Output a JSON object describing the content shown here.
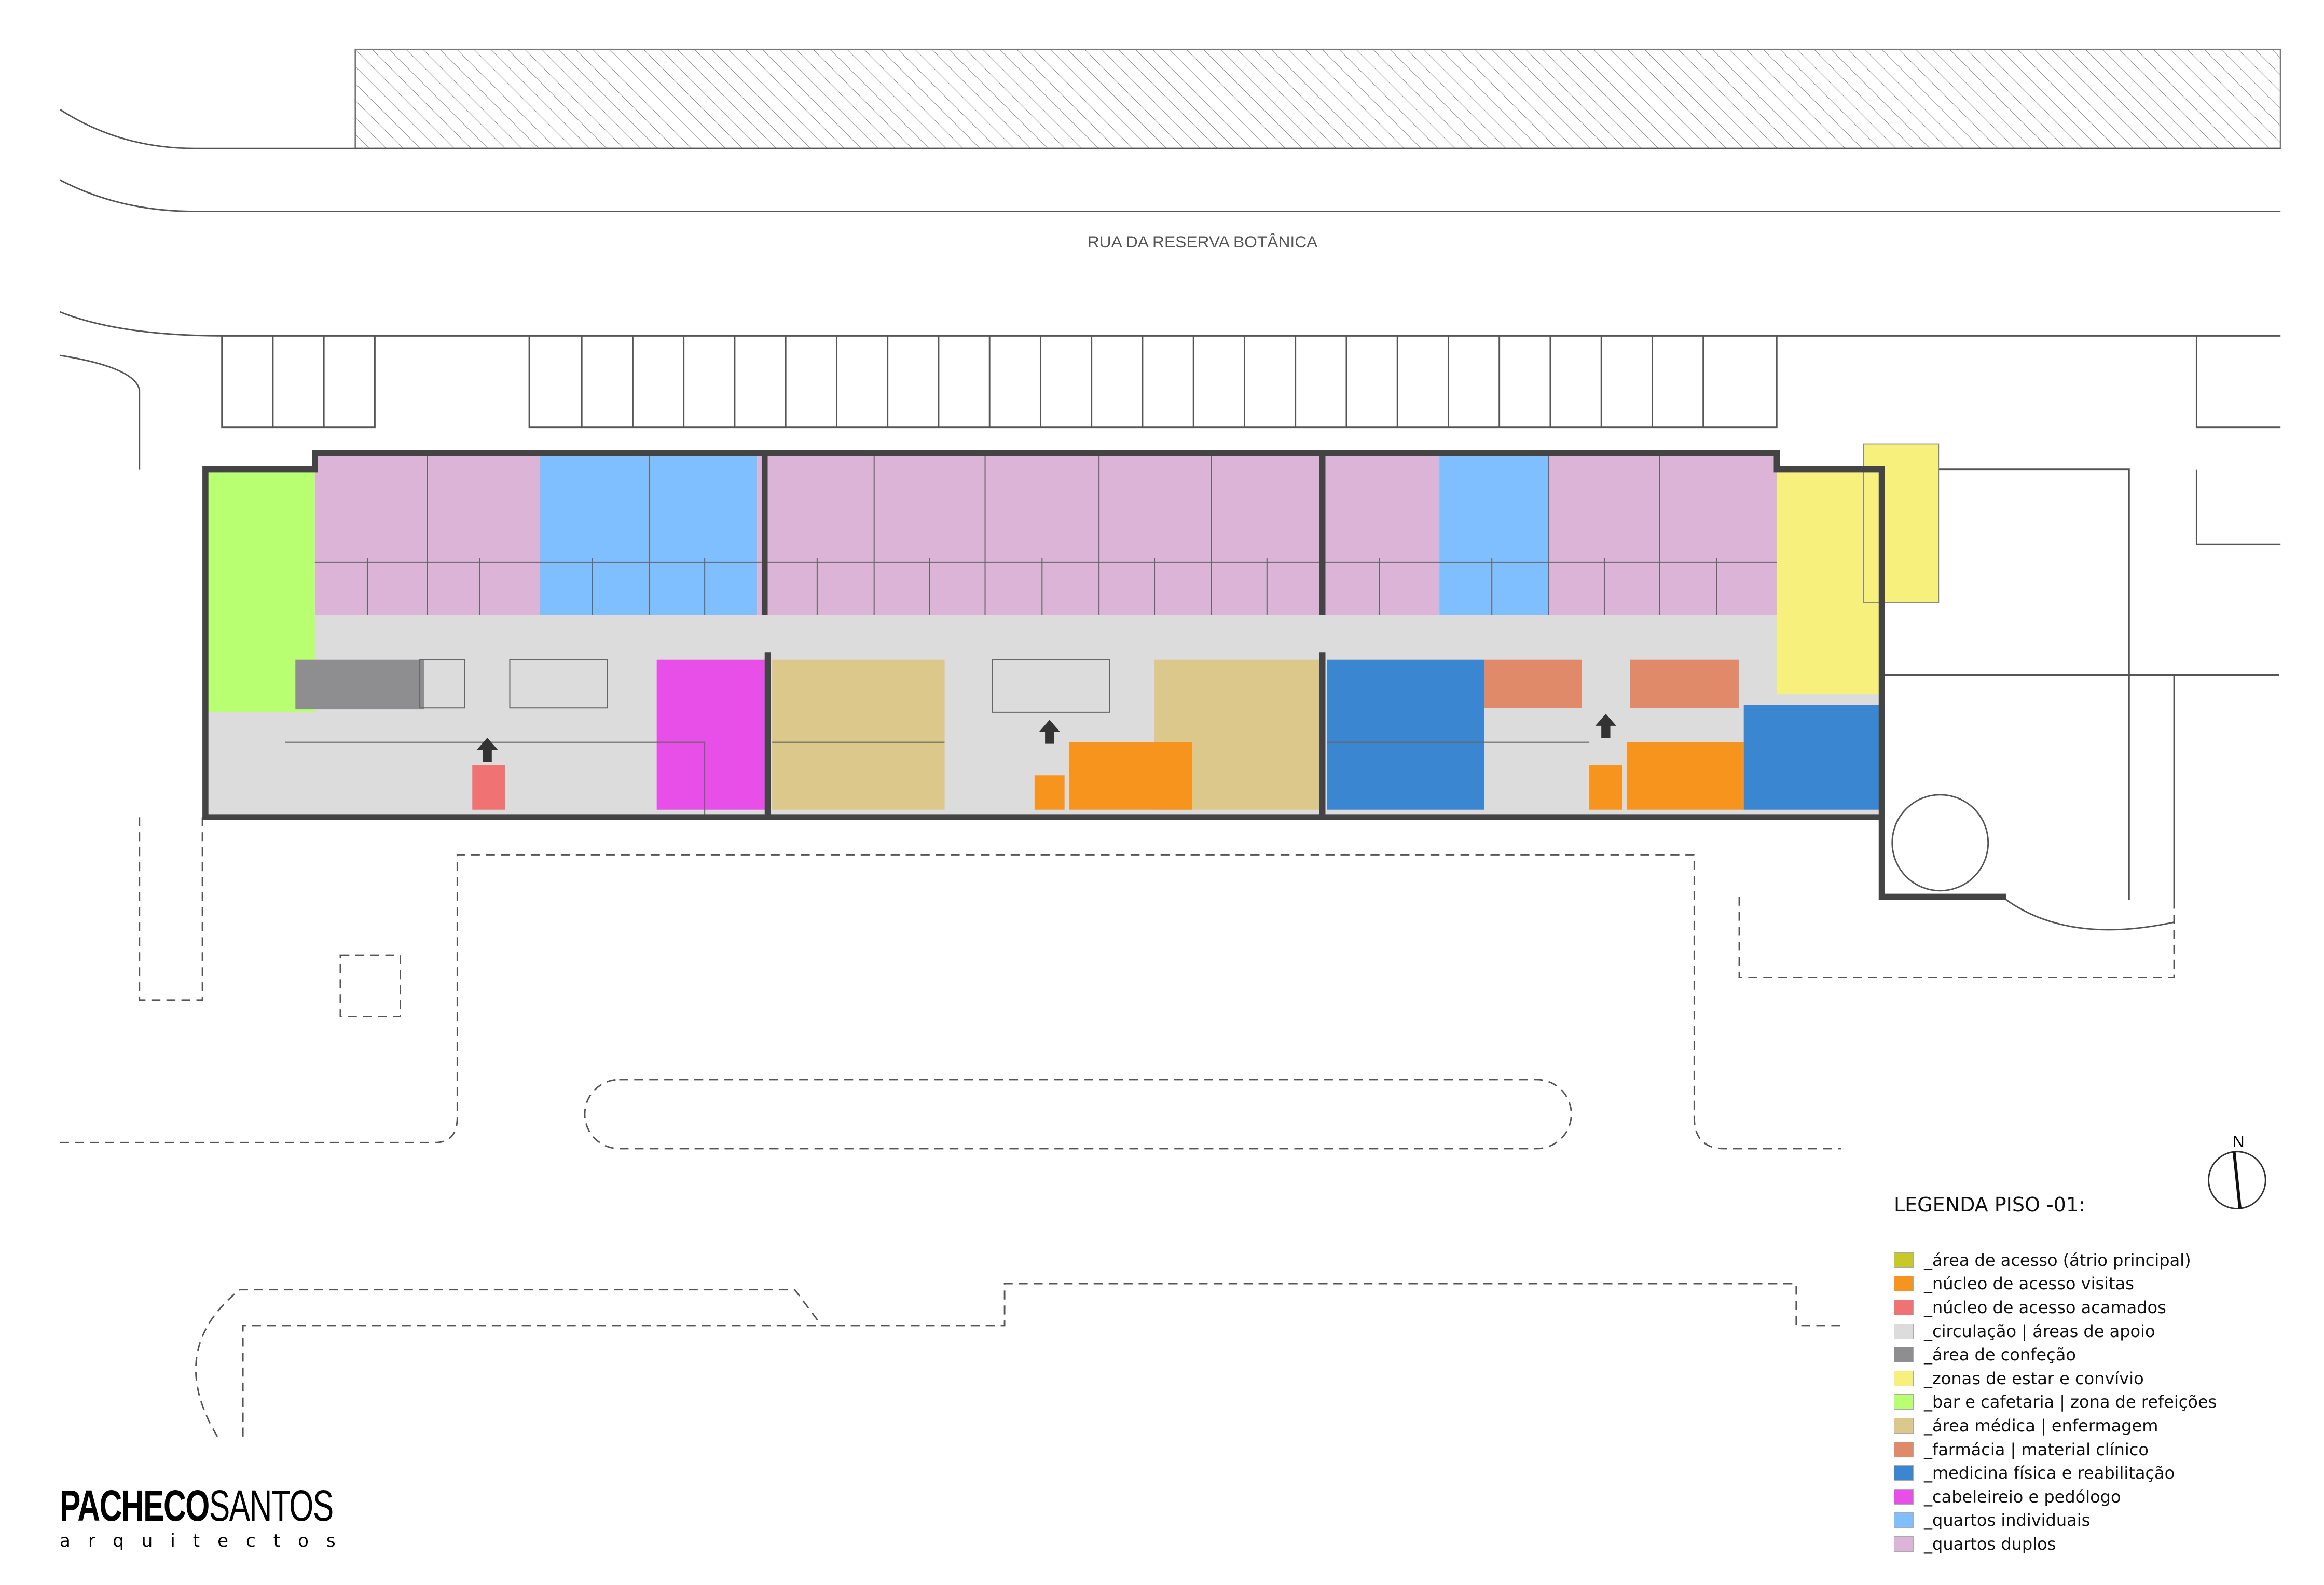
{
  "street_name": "RUA DA RESERVA BOTÂNICA",
  "north_label": "N",
  "legend": {
    "title": "LEGENDA PISO -01:",
    "items": [
      {
        "label": "_área de acesso (átrio principal)",
        "color": "#c8c828"
      },
      {
        "label": "_núcleo de acesso visitas",
        "color": "#f7941d"
      },
      {
        "label": "_núcleo de acesso acamados",
        "color": "#f07272"
      },
      {
        "label": "_circulação | áreas de apoio",
        "color": "#dcdcdc"
      },
      {
        "label": "_área de confeção",
        "color": "#8e8e90"
      },
      {
        "label": "_zonas de estar e convívio",
        "color": "#f7f07c"
      },
      {
        "label": "_bar e cafetaria | zona de refeições",
        "color": "#b8ff72"
      },
      {
        "label": "_área médica | enfermagem",
        "color": "#dcc88a"
      },
      {
        "label": "_farmácia | material clínico",
        "color": "#e08a6a"
      },
      {
        "label": "_medicina física e reabilitação",
        "color": "#3a86d0"
      },
      {
        "label": "_cabeleireio e pedólogo",
        "color": "#e84ee8"
      },
      {
        "label": "_quartos individuais",
        "color": "#80bfff"
      },
      {
        "label": "_quartos duplos",
        "color": "#dcb4d8"
      }
    ]
  },
  "logo": {
    "bold": "PACHECO",
    "light": "SANTOS",
    "sub": "arquitectos"
  }
}
